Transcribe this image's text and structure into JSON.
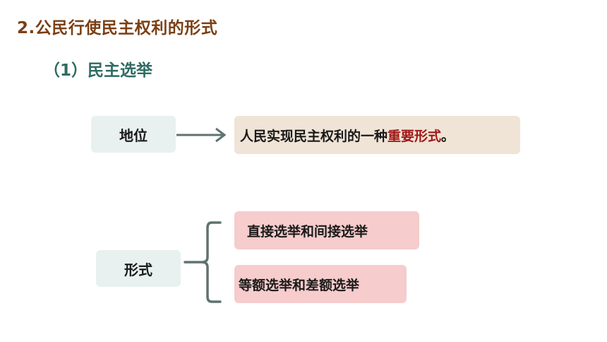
{
  "slide": {
    "title": "2.公民行使民主权利的形式",
    "subtitle": "（1）民主选举"
  },
  "status": {
    "label": "地位",
    "text_prefix": "人民实现民主权利的一种",
    "text_emphasis": "重要形式",
    "text_suffix": "。"
  },
  "forms": {
    "label": "形式",
    "items": [
      {
        "text": "直接选举和间接选举"
      },
      {
        "text": "等额选举和差额选举"
      }
    ]
  },
  "colors": {
    "title": "#7b3f14",
    "subtitle": "#2f6b63",
    "emphasis": "#a01818",
    "label_bg": "#e8f1ef",
    "status_bg": "#efe4d6",
    "form_bg": "#f6cccc",
    "connector": "#5f7370"
  }
}
